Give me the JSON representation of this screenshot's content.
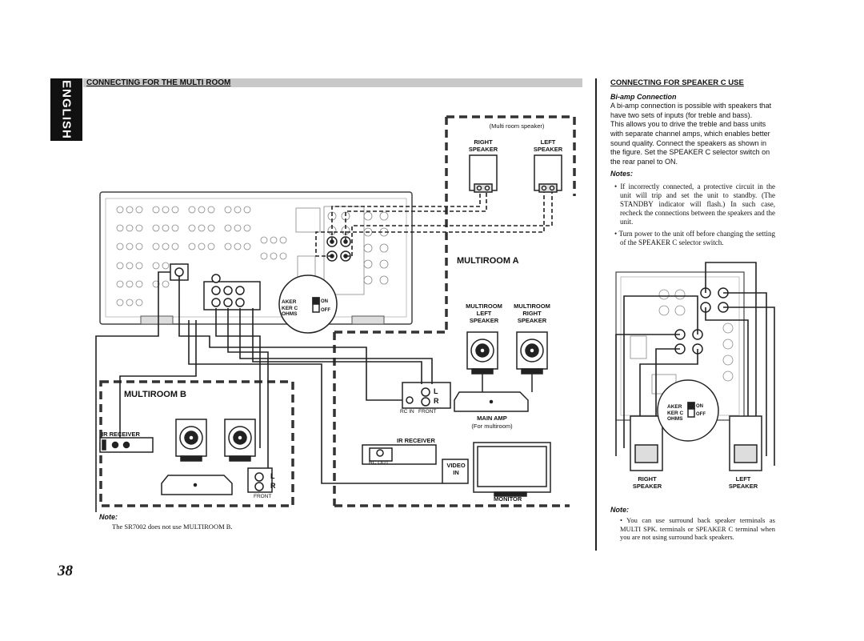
{
  "sidebar": {
    "language": "ENGLISH"
  },
  "left_section": {
    "title": "CONNECTING FOR THE MULTI ROOM",
    "multi_room_speaker": "(Multi room speaker)",
    "right_speaker": [
      "RIGHT",
      "SPEAKER"
    ],
    "left_speaker": [
      "LEFT",
      "SPEAKER"
    ],
    "multiroom_a": "MULTIROOM A",
    "multiroom_speaker_left": [
      "MULTIROOM",
      "LEFT",
      "SPEAKER"
    ],
    "multiroom_speaker_right": [
      "MULTIROOM",
      "RIGHT",
      "SPEAKER"
    ],
    "rc_in": "RC IN",
    "front": "FRONT",
    "l": "L",
    "r": "R",
    "main_amp": "MAIN AMP",
    "for_multiroom": "(For multiroom)",
    "multiroom_b": "MULTIROOM B",
    "ir_receiver": "IR RECEIVER",
    "ir_receiver_2": "IR RECEIVER",
    "rc_out": "RC OUT",
    "video_in": [
      "VIDEO",
      "IN"
    ],
    "monitor": "MONITOR",
    "front_b": "FRONT",
    "l_b": "L",
    "r_b": "R",
    "selector_labels": [
      "AKER",
      "KER C",
      "OHMS"
    ],
    "selector_on": "ON",
    "selector_off": "OFF",
    "note_heading": "Note:",
    "note_text": "The SR7002 does not use MULTIROOM B."
  },
  "right_section": {
    "title": "CONNECTING FOR SPEAKER C USE",
    "subtitle": "Bi-amp Connection",
    "paragraph1": "A bi-amp connection is possible with speakers that have two sets of inputs (for treble and bass).",
    "paragraph2": "This allows you to drive the treble and bass units with separate channel amps, which enables better sound quality. Connect the speakers as shown in the figure. Set the SPEAKER C selector switch on the rear panel to ON.",
    "notes_heading": "Notes:",
    "notes": [
      "If incorrectly connected, a protective circuit in the unit will trip and set the unit to standby. (The STANDBY indicator will flash.) In such case, recheck the connections between the speakers and the unit.",
      "Turn power to the unit off before changing the setting of the SPEAKER C selector switch."
    ],
    "right_speaker": [
      "RIGHT",
      "SPEAKER"
    ],
    "left_speaker": [
      "LEFT",
      "SPEAKER"
    ],
    "selector_labels": [
      "AKER",
      "KER C",
      "OHMS"
    ],
    "selector_on": "ON",
    "selector_off": "OFF",
    "note_heading": "Note:",
    "note_text": "You can use surround back speaker terminals as MULTI SPK. terminals or SPEAKER C terminal when you are not using surround back speakers."
  },
  "page_number": "38"
}
